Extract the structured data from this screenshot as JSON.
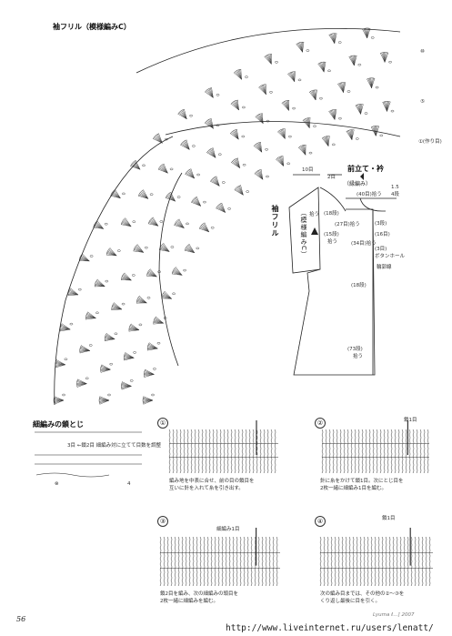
{
  "sleeve_title": "袖フリル（模様編みC）",
  "front_title": "前立て・衿",
  "front_sub": "（縁編み）",
  "vertical_label": "袖フリル",
  "box_label": "（模様編みC）",
  "row_labels": [
    "⑤",
    "⑩",
    "①(作り目)"
  ],
  "dims": {
    "top_left": "10目",
    "top_right": "2目",
    "rows_40": "(40目)拾う",
    "rows_13": "1.5",
    "rows_4": "4段",
    "collar_27": "(27目)拾う",
    "collar_18a": "(18段)",
    "collar_3a": "(3段)",
    "collar_16": "(16目)",
    "collar_34": "(34目)拾う",
    "collar_3b": "(3目)",
    "button_hole": "ボタンホール",
    "hole_note": "輪郭線",
    "body_18": "(18段)",
    "body_73": "(73段)",
    "body_73b": "拾う",
    "pick_15": "(15段)",
    "pick_15b": "拾う",
    "left_small": "拾う"
  },
  "technique_title": "細編みの鎖とじ",
  "legend": {
    "line1": "3目 ←鎖2目  細編み対に立てて目数を調整",
    "line2": "⊗",
    "line3": "4"
  },
  "steps": [
    {
      "num": "①",
      "caption1": "編み地を中表に合せ、前の目の鎖目を",
      "caption2": "互いに針を入れて糸を引き出す。",
      "label": ""
    },
    {
      "num": "②",
      "caption1": "針に糸をかけて鎖1目。次にとじ目を",
      "caption2": "2枚一緒に細編み1目を編む。",
      "label": "鎖1目"
    },
    {
      "num": "③",
      "caption1": "鎖2目を編み、次の細編みの頭目を",
      "caption2": "2枚一緒に細編みを編む。",
      "label": "細編み1目"
    },
    {
      "num": "④",
      "caption1": "次の編み目までは、その他の②〜③を",
      "caption2": "くり返し最後に目を引く。",
      "label": "鎖1目"
    }
  ],
  "page_number": "56",
  "watermark": "http://www.liveinternet.ru/users/lenatt/",
  "brand": "Lyuma ℓ...] 2007"
}
